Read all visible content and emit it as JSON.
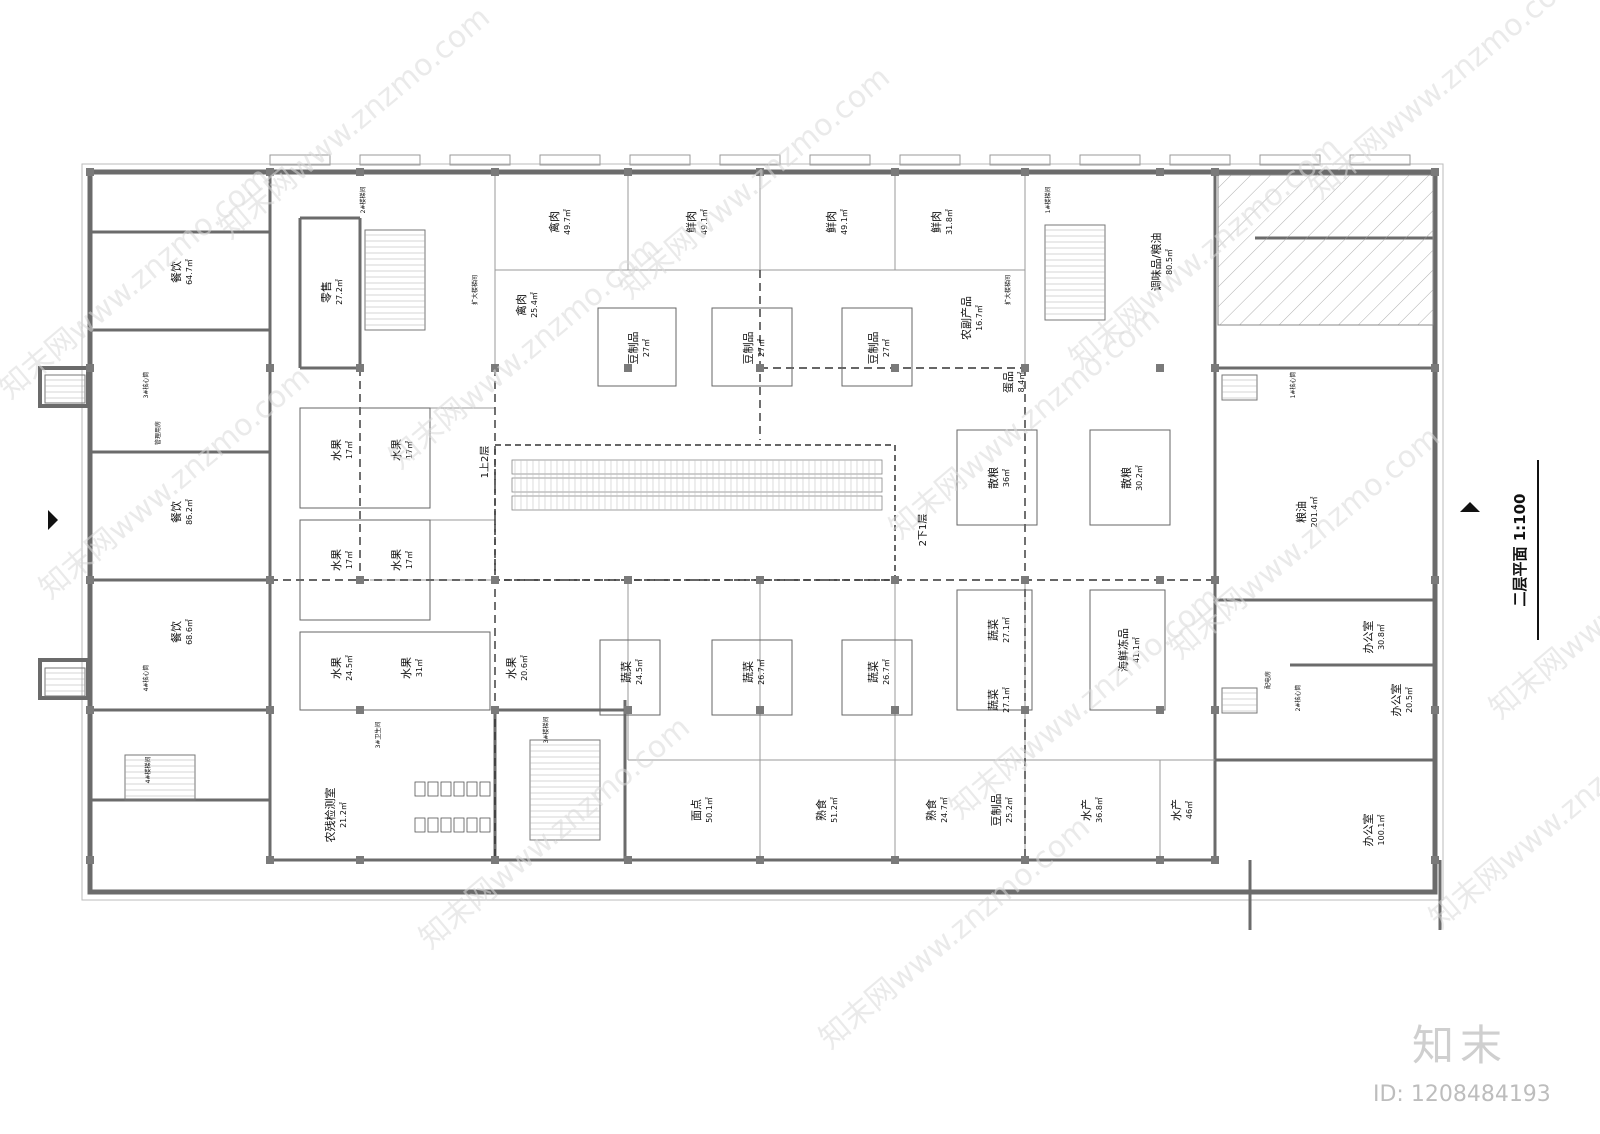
{
  "plan_title": "二层平面 1:100",
  "brand": "知末",
  "image_id": "ID: 1208484193",
  "watermark": "知末网www.znzmo.com",
  "colors": {
    "wall": "#6b6b6b",
    "line": "#555555",
    "hatch": "#999999"
  },
  "labels": {
    "up": "1上2层",
    "down": "2下1层"
  },
  "rooms": [
    {
      "name": "餐饮",
      "area": "64.7㎡"
    },
    {
      "name": "餐饮",
      "area": "86.2㎡"
    },
    {
      "name": "餐饮",
      "area": "68.6㎡"
    },
    {
      "name": "零售",
      "area": "27.2㎡"
    },
    {
      "name": "禽肉",
      "area": "49.7㎡"
    },
    {
      "name": "鲜肉",
      "area": "49.1㎡"
    },
    {
      "name": "鲜肉",
      "area": "49.1㎡"
    },
    {
      "name": "鲜肉",
      "area": "31.8㎡"
    },
    {
      "name": "禽肉",
      "area": "25.4㎡"
    },
    {
      "name": "豆制品",
      "area": "27㎡"
    },
    {
      "name": "豆制品",
      "area": "27㎡"
    },
    {
      "name": "豆制品",
      "area": "27㎡"
    },
    {
      "name": "农副产品",
      "area": "16.7㎡"
    },
    {
      "name": "蛋品",
      "area": "8.4㎡"
    },
    {
      "name": "调味品/粮油",
      "area": "80.5㎡"
    },
    {
      "name": "水果",
      "area": "17㎡"
    },
    {
      "name": "水果",
      "area": "17㎡"
    },
    {
      "name": "水果",
      "area": "17㎡"
    },
    {
      "name": "水果",
      "area": "17㎡"
    },
    {
      "name": "散粮",
      "area": "36㎡"
    },
    {
      "name": "散粮",
      "area": "30.2㎡"
    },
    {
      "name": "粮油",
      "area": "201.4㎡"
    },
    {
      "name": "水果",
      "area": "24.5㎡"
    },
    {
      "name": "水果",
      "area": "31㎡"
    },
    {
      "name": "水果",
      "area": "20.6㎡"
    },
    {
      "name": "蔬菜",
      "area": "24.5㎡"
    },
    {
      "name": "蔬菜",
      "area": "26.7㎡"
    },
    {
      "name": "蔬菜",
      "area": "26.7㎡"
    },
    {
      "name": "蔬菜",
      "area": "27.1㎡"
    },
    {
      "name": "蔬菜",
      "area": "27.1㎡"
    },
    {
      "name": "海鲜冻品",
      "area": "41.1㎡"
    },
    {
      "name": "办公室",
      "area": "30.8㎡"
    },
    {
      "name": "办公室",
      "area": "20.5㎡"
    },
    {
      "name": "面点",
      "area": "50.1㎡"
    },
    {
      "name": "熟食",
      "area": "51.2㎡"
    },
    {
      "name": "熟食",
      "area": "24.7㎡"
    },
    {
      "name": "豆制品",
      "area": "25.2㎡"
    },
    {
      "name": "水产",
      "area": "36.8㎡"
    },
    {
      "name": "水产",
      "area": "46㎡"
    },
    {
      "name": "办公室",
      "area": "100.1㎡"
    },
    {
      "name": "农残检测室",
      "area": "21.2㎡"
    }
  ],
  "small_labels": [
    "2#楼梯间",
    "1#楼梯间",
    "4#楼梯间",
    "3#楼梯间",
    "3#卫生间",
    "3#核心筒",
    "4#核心筒",
    "1#核心筒",
    "2#核心筒",
    "扩大楼梯间",
    "扩大楼梯间",
    "管理用房",
    "配电房"
  ]
}
